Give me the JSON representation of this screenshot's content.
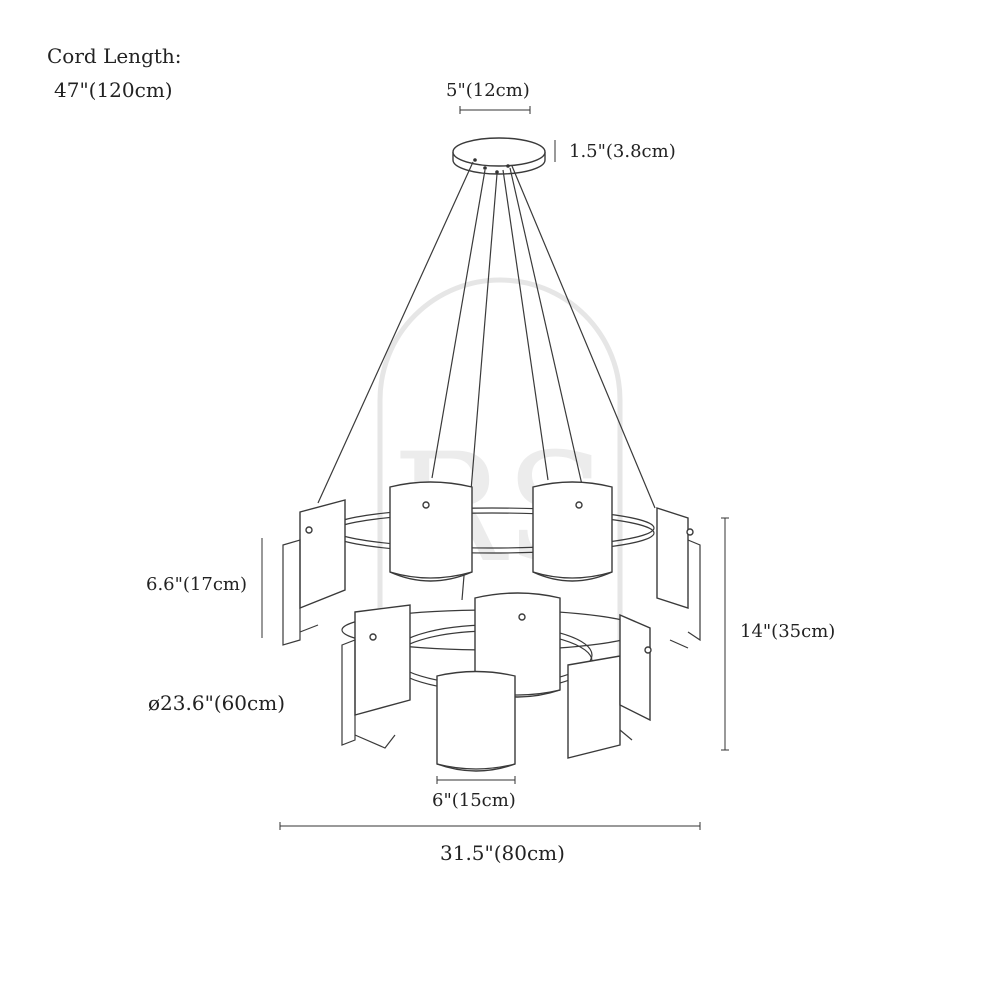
{
  "cord_length": {
    "label": "Cord Length:",
    "value": "47\"(120cm)"
  },
  "dimensions": {
    "canopy_width": "5\"(12cm)",
    "canopy_height": "1.5\"(3.8cm)",
    "shade_height": "6.6\"(17cm)",
    "inner_ring_diameter": "ø23.6\"(60cm)",
    "total_height": "14\"(35cm)",
    "center_shade_width": "6\"(15cm)",
    "total_diameter": "31.5\"(80cm)"
  },
  "watermark": {
    "text": "RS"
  }
}
